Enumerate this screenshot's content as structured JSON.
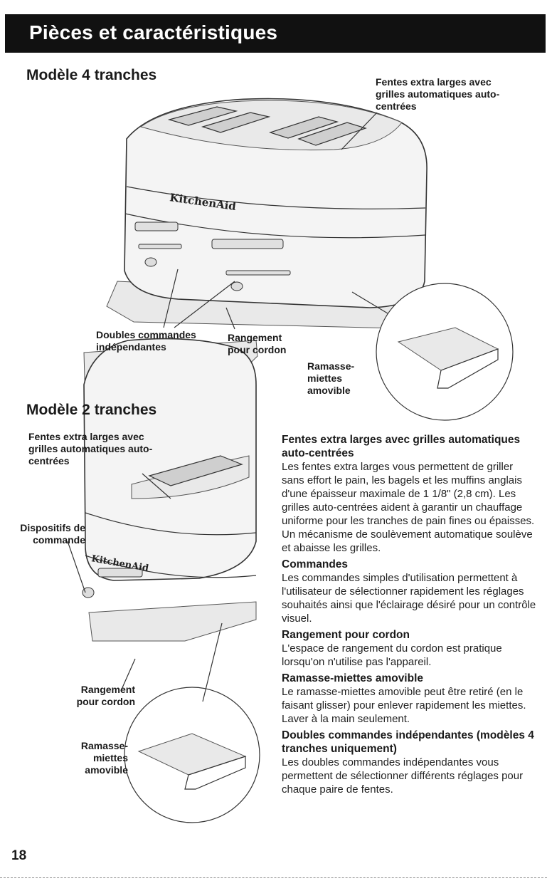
{
  "header": {
    "title": "Pièces et caractéristiques"
  },
  "model4": {
    "heading": "Modèle 4 tranches",
    "brand": "KitchenAid",
    "labels": {
      "slots": "Fentes extra larges avec grilles automatiques auto-centrées",
      "dual_controls": "Doubles commandes indépendantes",
      "cord_storage": "Rangement pour cordon",
      "crumb_tray": "Ramasse- miettes amovible"
    }
  },
  "model2": {
    "heading": "Modèle 2 tranches",
    "brand": "KitchenAid",
    "labels": {
      "slots": "Fentes extra larges avec grilles automatiques auto-centrées",
      "controls": "Dispositifs de commande",
      "cord_storage": "Rangement pour cordon",
      "crumb_tray": "Ramasse- miettes amovible"
    }
  },
  "sections": [
    {
      "heading": "Fentes extra larges avec grilles automatiques auto-centrées",
      "text": "Les fentes extra larges vous permettent de griller sans effort le pain, les bagels et les muffins anglais d'une épaisseur maximale de 1 1/8\" (2,8 cm). Les grilles auto-centrées aident à garantir un chauffage uniforme pour les tranches de pain fines ou épaisses. Un mécanisme de soulèvement automatique soulève et abaisse les grilles."
    },
    {
      "heading": "Commandes",
      "text": "Les commandes simples d'utilisation permettent à l'utilisateur de sélectionner rapidement les réglages souhaités ainsi que l'éclairage désiré pour un contrôle visuel."
    },
    {
      "heading": "Rangement pour cordon",
      "text": "L'espace de rangement du cordon est pratique lorsqu'on n'utilise pas l'appareil."
    },
    {
      "heading": "Ramasse-miettes amovible",
      "text": "Le ramasse-miettes amovible peut être retiré (en le faisant glisser) pour enlever rapidement les miettes. Laver à la main seulement."
    },
    {
      "heading": "Doubles commandes indépendantes (modèles 4 tranches uniquement)",
      "text": "Les doubles commandes indépendantes vous permettent de sélectionner différents réglages pour chaque paire de fentes."
    }
  ],
  "page_number": "18"
}
